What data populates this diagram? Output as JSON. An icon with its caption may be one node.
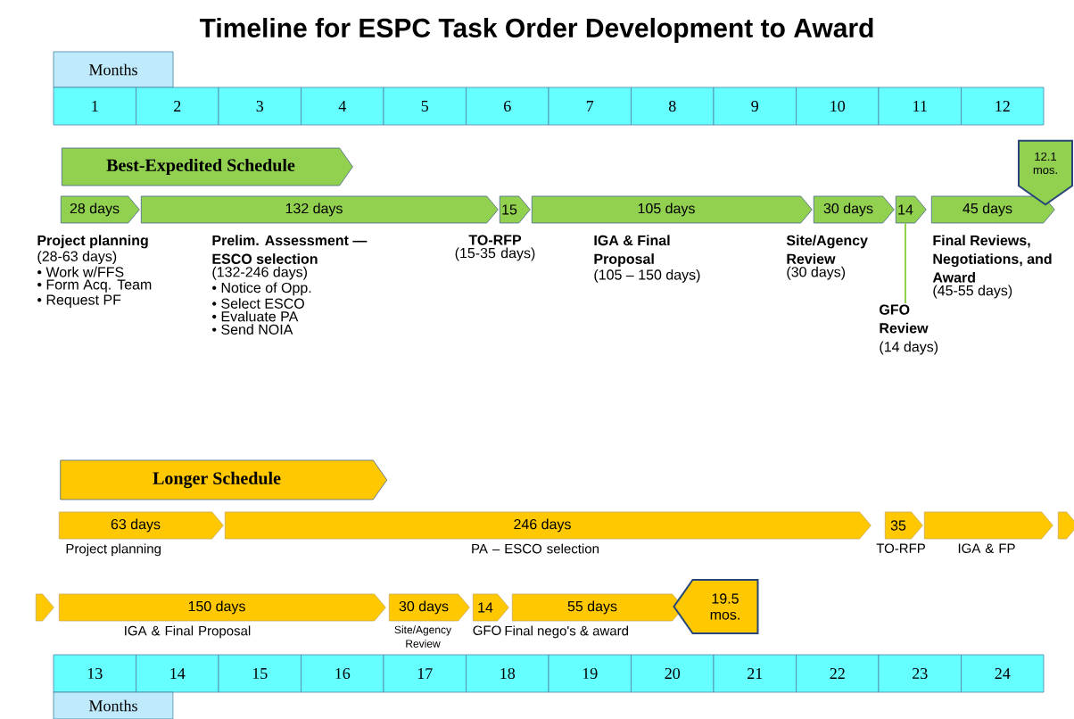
{
  "diagram": {
    "title": "Timeline for ESPC Task Order Development to Award",
    "nodes": [
      {
        "text": [
          "Months"
        ]
      },
      {
        "text": [
          "1"
        ]
      },
      {
        "text": [
          "2"
        ]
      },
      {
        "text": [
          "3"
        ]
      },
      {
        "text": [
          "4"
        ]
      },
      {
        "text": [
          "5"
        ]
      },
      {
        "text": [
          "6"
        ]
      },
      {
        "text": [
          "7"
        ]
      },
      {
        "text": [
          "8"
        ]
      },
      {
        "text": [
          "9"
        ]
      },
      {
        "text": [
          "10"
        ]
      },
      {
        "text": [
          "11"
        ]
      },
      {
        "text": [
          "12"
        ]
      },
      {
        "text": [
          "Best-Expedited Schedule"
        ]
      },
      {
        "text": [
          "28 days"
        ],
        "beside": [
          "Project planning",
          "(28-63 days)",
          "• Work w/FFS",
          "• Form Acq. Team",
          "• Request PF"
        ]
      },
      {
        "text": [
          "132 days"
        ],
        "beside": [
          "Prelim. Assessment — ESCO selection",
          "(132-246 days)",
          "• Notice of Opp.",
          "• Select ESCO",
          "• Evaluate PA",
          "• Send NOIA"
        ]
      },
      {
        "text": [
          "15"
        ],
        "beside": [
          "TO-RFP",
          "(15-35 days)"
        ]
      },
      {
        "text": [
          "105 days"
        ],
        "beside": [
          "IGA & Final Proposal",
          "(105 – 150 days)"
        ]
      },
      {
        "text": [
          "30 days"
        ],
        "beside": [
          "Site/Agency Review",
          "(30 days)"
        ]
      },
      {
        "text": [
          "14"
        ]
      },
      {
        "text": [
          "45 days"
        ],
        "beside": [
          "Final Reviews, Negotiations, and Award",
          "(45-55 days)"
        ]
      },
      {
        "text": [
          "12.1 mos."
        ]
      },
      {
        "text": [
          "Longer Schedule"
        ]
      },
      {
        "text": [
          "63 days"
        ],
        "beside": [
          "Project planning"
        ]
      },
      {
        "text": [
          "246 days"
        ],
        "beside": [
          "PA – ESCO selection"
        ]
      },
      {
        "text": [
          "35"
        ],
        "beside": [
          "TO-RFP"
        ]
      },
      {
        "text": [],
        "shape": "chevron",
        "beside": [
          "IGA & FP"
        ]
      },
      {
        "text": [],
        "shape": "chevron"
      },
      {
        "text": [],
        "shape": "chevron"
      },
      {
        "text": [
          "150 days"
        ],
        "beside": [
          "IGA & Final Proposal"
        ]
      },
      {
        "text": [
          "30 days"
        ],
        "beside": [
          "Site/Agency Review"
        ]
      },
      {
        "text": [
          "14"
        ],
        "beside": [
          "GFO"
        ]
      },
      {
        "text": [
          "55 days"
        ],
        "beside": [
          "Final nego's & award"
        ]
      },
      {
        "text": [
          "19.5 mos."
        ]
      },
      {
        "text": [
          "13"
        ]
      },
      {
        "text": [
          "14"
        ]
      },
      {
        "text": [
          "15"
        ]
      },
      {
        "text": [
          "16"
        ]
      },
      {
        "text": [
          "17"
        ]
      },
      {
        "text": [
          "18"
        ]
      },
      {
        "text": [
          "19"
        ]
      },
      {
        "text": [
          "20"
        ]
      },
      {
        "text": [
          "21"
        ]
      },
      {
        "text": [
          "22"
        ]
      },
      {
        "text": [
          "23"
        ]
      },
      {
        "text": [
          "24"
        ]
      },
      {
        "text": [
          "Months"
        ]
      },
      {
        "text": [
          "GFO Review",
          "(14 days)"
        ]
      }
    ],
    "edges": [
      {
        "from": 19,
        "to": 47,
        "arrow": "none"
      }
    ]
  }
}
